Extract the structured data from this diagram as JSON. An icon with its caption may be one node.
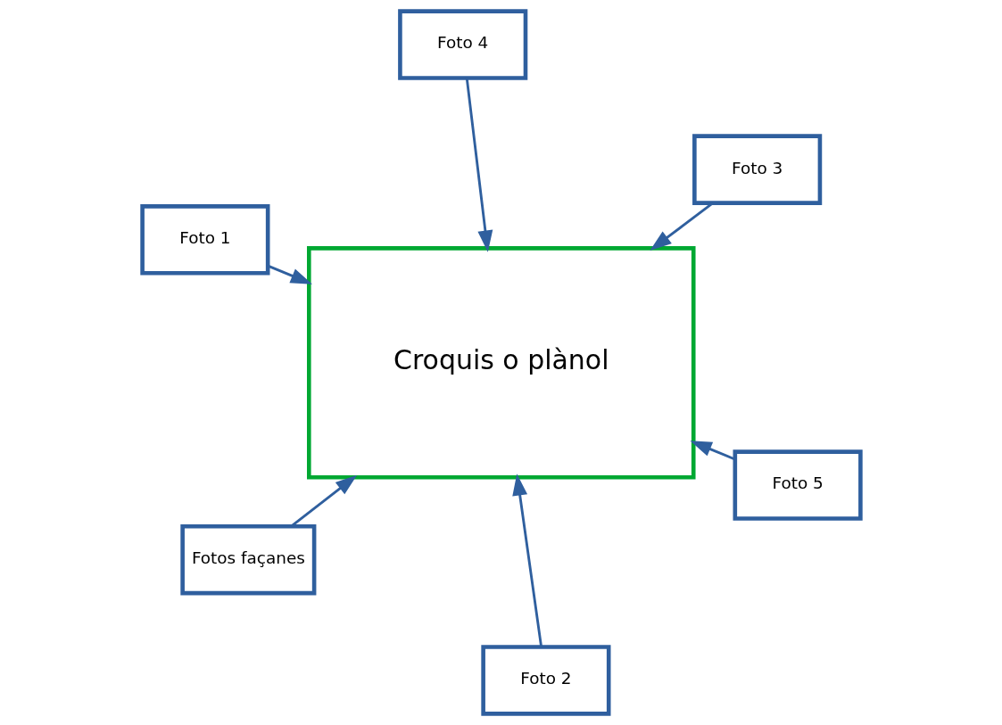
{
  "diagram": {
    "nodes": [
      {
        "text": [
          "Foto 1"
        ]
      },
      {
        "text": [
          "Foto 5"
        ]
      },
      {
        "text": [
          "Foto 2"
        ]
      },
      {
        "text": [
          "Croquis o plànol"
        ]
      },
      {
        "text": [
          "Foto 3"
        ]
      },
      {
        "text": [
          "Foto 4"
        ]
      },
      {
        "text": [
          "Fotos façanes"
        ]
      }
    ],
    "edges": [
      {
        "from": 0,
        "to": 3,
        "arrow": "to"
      },
      {
        "from": 1,
        "to": 3,
        "arrow": "to"
      },
      {
        "from": 2,
        "to": 3,
        "arrow": "to"
      },
      {
        "from": 4,
        "to": 3,
        "arrow": "to"
      },
      {
        "from": 5,
        "to": 3,
        "arrow": "to"
      },
      {
        "from": 6,
        "to": 3,
        "arrow": "to"
      }
    ]
  }
}
